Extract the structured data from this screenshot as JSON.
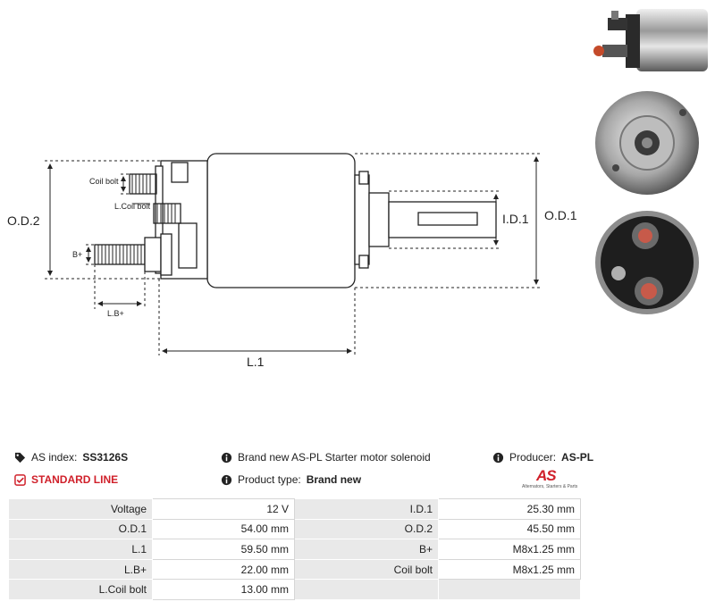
{
  "drawing": {
    "labels": {
      "od2": "O.D.2",
      "od1": "O.D.1",
      "id1": "I.D.1",
      "l1": "L.1",
      "coil_bolt": "Coil bolt",
      "l_coil_bolt": "L.Coil bolt",
      "b_plus": "B+",
      "l_b_plus": "L.B+"
    }
  },
  "photos": {
    "side": "solenoid-side-view",
    "front": "solenoid-front-view",
    "back": "solenoid-terminal-view"
  },
  "info": {
    "as_index_label": "AS index:",
    "as_index_value": "SS3126S",
    "standard_line": "STANDARD LINE",
    "description": "Brand new AS-PL Starter motor solenoid",
    "product_type_label": "Product type:",
    "product_type_value": "Brand new",
    "producer_label": "Producer:",
    "producer_value": "AS-PL",
    "logo_mark": "AS",
    "logo_tag": "Alternators, Starters & Parts"
  },
  "specs": [
    {
      "k1": "Voltage",
      "v1": "12 V",
      "k2": "I.D.1",
      "v2": "25.30 mm"
    },
    {
      "k1": "O.D.1",
      "v1": "54.00 mm",
      "k2": "O.D.2",
      "v2": "45.50 mm"
    },
    {
      "k1": "L.1",
      "v1": "59.50 mm",
      "k2": "B+",
      "v2": "M8x1.25 mm"
    },
    {
      "k1": "L.B+",
      "v1": "22.00 mm",
      "k2": "Coil bolt",
      "v2": "M8x1.25 mm"
    },
    {
      "k1": "L.Coil bolt",
      "v1": "13.00 mm",
      "k2": "",
      "v2": ""
    }
  ],
  "colors": {
    "accent": "#d0202a",
    "table_key_bg": "#e9e9e9",
    "drawing_line": "#222222"
  },
  "icons": [
    "tags-icon",
    "check-square-icon",
    "info-circle-icon"
  ]
}
